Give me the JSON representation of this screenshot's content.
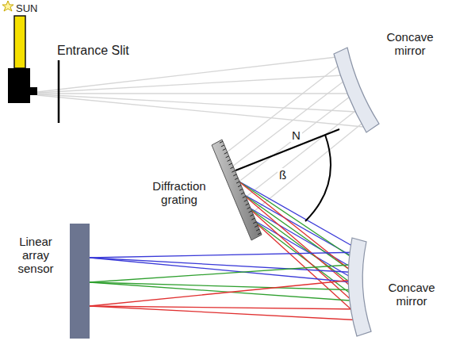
{
  "diagram": {
    "labels": [
      "SUN",
      "Entrance Slit",
      "Concave mirror",
      "N",
      "ß",
      "Diffraction grating",
      "Concave mirror",
      "Linear array sensor"
    ]
  }
}
